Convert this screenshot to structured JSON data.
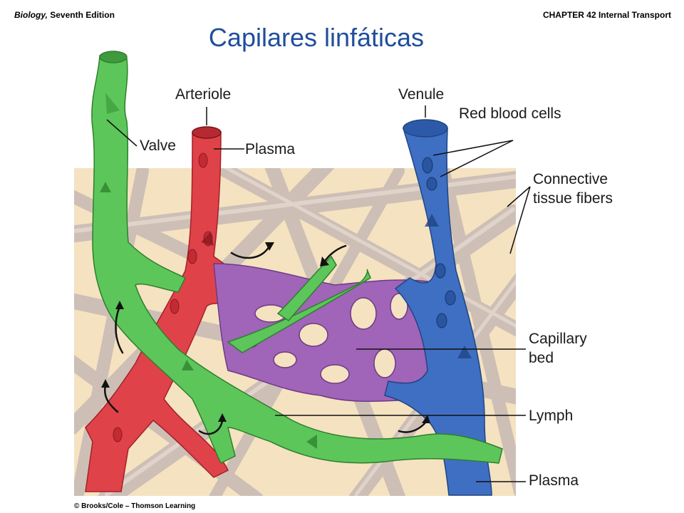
{
  "header": {
    "book_title": "Biology,",
    "edition": " Seventh Edition",
    "chapter": "CHAPTER 42 Internal Transport"
  },
  "slide_title": "Capilares linfáticas",
  "labels": {
    "valve": "Valve",
    "arteriole": "Arteriole",
    "plasma_top": "Plasma",
    "venule": "Venule",
    "red_blood_cells": "Red blood cells",
    "connective_line1": "Connective",
    "connective_line2": "tissue fibers",
    "capillary_line1": "Capillary",
    "capillary_line2": "bed",
    "lymph": "Lymph",
    "plasma_bottom": "Plasma"
  },
  "copyright": "© Brooks/Cole – Thomson Learning",
  "colors": {
    "title": "#1f4e9c",
    "lymph_vessel": "#5cc65a",
    "arteriole": "#e0424a",
    "venule": "#3f6fc2",
    "capillary_bed": "#a064b8",
    "tissue": "#f5e2c0",
    "fibers": "#cdbfb6"
  }
}
